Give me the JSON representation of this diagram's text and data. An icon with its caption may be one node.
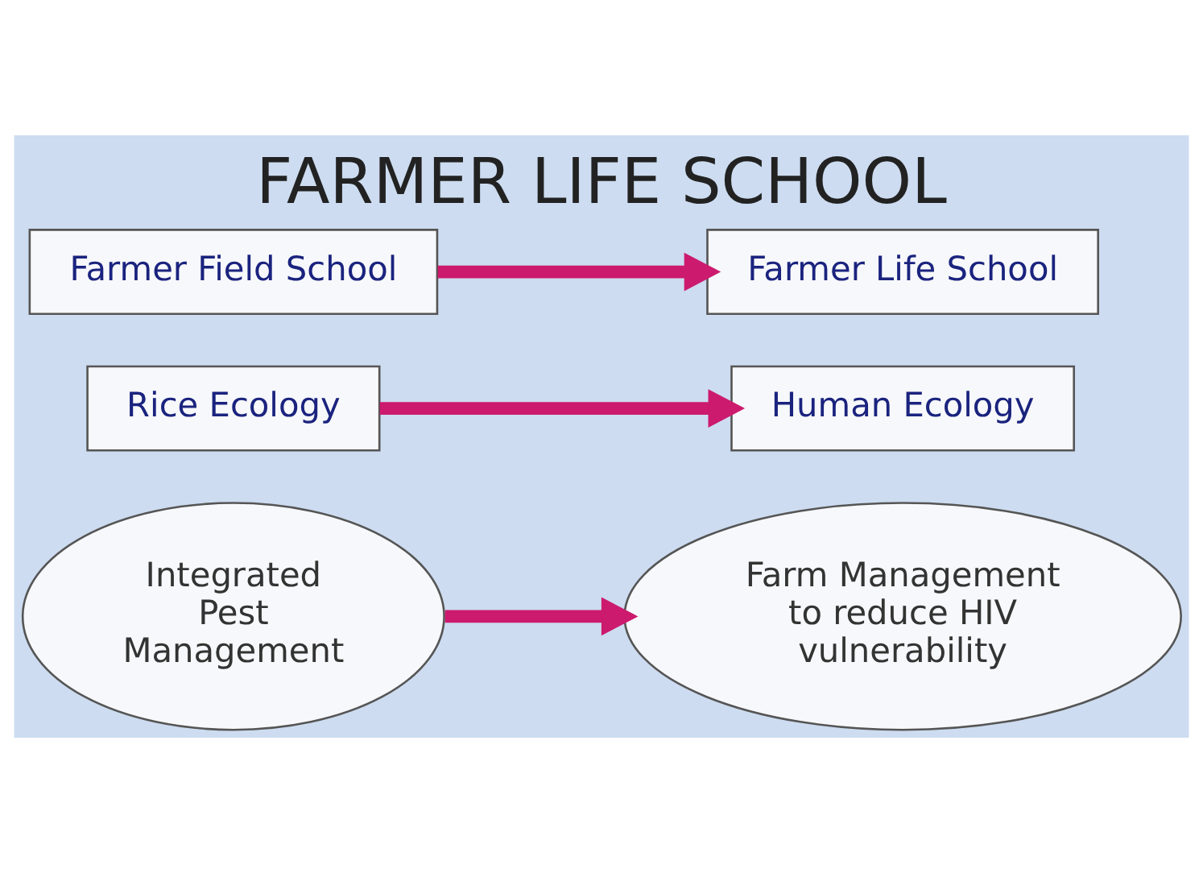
{
  "diagram": {
    "title": "FARMER LIFE SCHOOL",
    "nodes": [
      {
        "text": [
          "Farmer Field School"
        ]
      },
      {
        "text": [
          "Farmer Life School"
        ]
      },
      {
        "text": [
          "Rice Ecology"
        ]
      },
      {
        "text": [
          "Human Ecology"
        ]
      },
      {
        "text": [
          "Integrated Pest Management"
        ]
      },
      {
        "text": [
          "Farm Management to reduce HIV vulnerability"
        ]
      }
    ],
    "edges": [
      {
        "from": 0,
        "to": 1,
        "arrow": "to"
      },
      {
        "from": 2,
        "to": 3,
        "arrow": "to"
      },
      {
        "from": 4,
        "to": 5,
        "arrow": "to"
      }
    ]
  }
}
